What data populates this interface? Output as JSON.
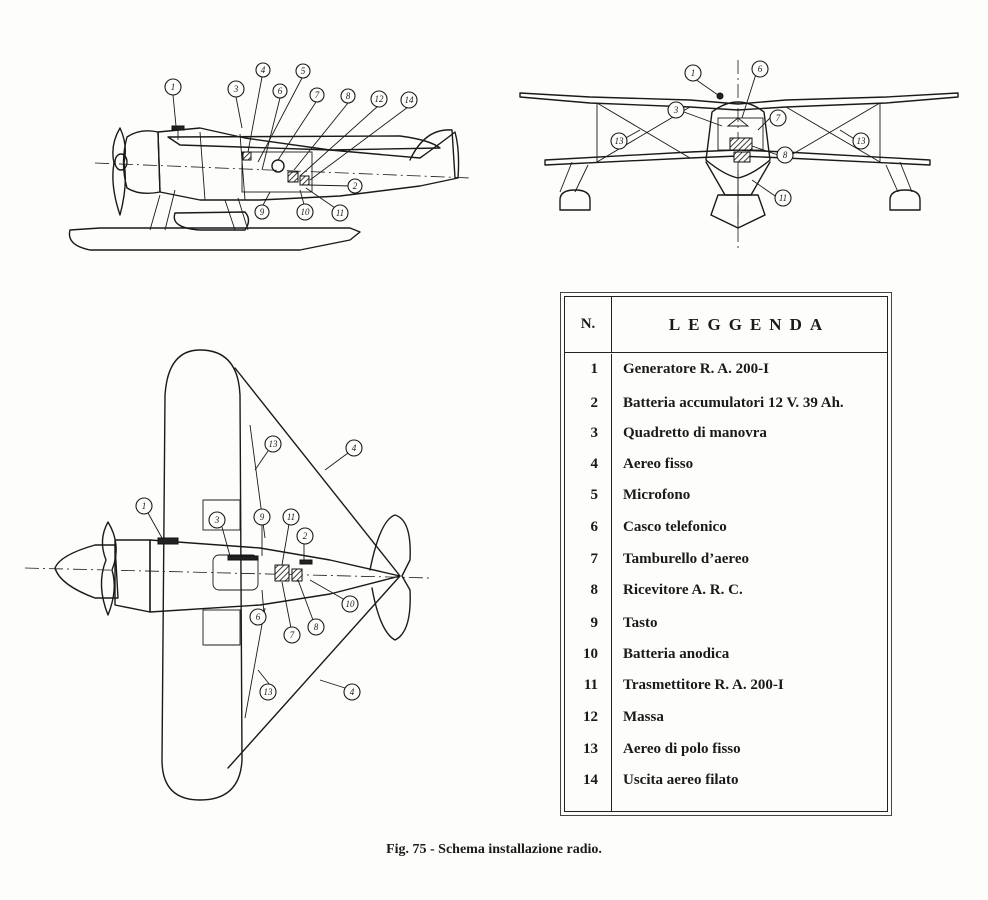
{
  "legend": {
    "col_number": "N.",
    "col_title": "LEGGENDA",
    "items": [
      {
        "n": "1",
        "label": "Generatore R. A. 200-I"
      },
      {
        "n": "2",
        "label": "Batteria accumulatori 12 V. 39 Ah."
      },
      {
        "n": "3",
        "label": "Quadretto di manovra"
      },
      {
        "n": "4",
        "label": "Aereo fisso"
      },
      {
        "n": "5",
        "label": "Microfono"
      },
      {
        "n": "6",
        "label": "Casco telefonico"
      },
      {
        "n": "7",
        "label": "Tamburello d’aereo"
      },
      {
        "n": "8",
        "label": "Ricevitore A. R. C."
      },
      {
        "n": "9",
        "label": "Tasto"
      },
      {
        "n": "10",
        "label": "Batteria anodica"
      },
      {
        "n": "11",
        "label": "Trasmettitore R. A. 200-I"
      },
      {
        "n": "12",
        "label": "Massa"
      },
      {
        "n": "13",
        "label": "Aereo di polo fisso"
      },
      {
        "n": "14",
        "label": "Uscita aereo filato"
      }
    ]
  },
  "caption": "Fig. 75 - Schema installazione radio.",
  "callouts": {
    "side": [
      "1",
      "3",
      "4",
      "5",
      "6",
      "7",
      "8",
      "12",
      "14",
      "2",
      "9",
      "10",
      "11"
    ],
    "front": [
      "1",
      "6",
      "3",
      "7",
      "8",
      "13",
      "13",
      "11"
    ],
    "top": [
      "1",
      "3",
      "9",
      "11",
      "2",
      "13",
      "4",
      "6",
      "7",
      "8",
      "10",
      "13",
      "4"
    ]
  }
}
